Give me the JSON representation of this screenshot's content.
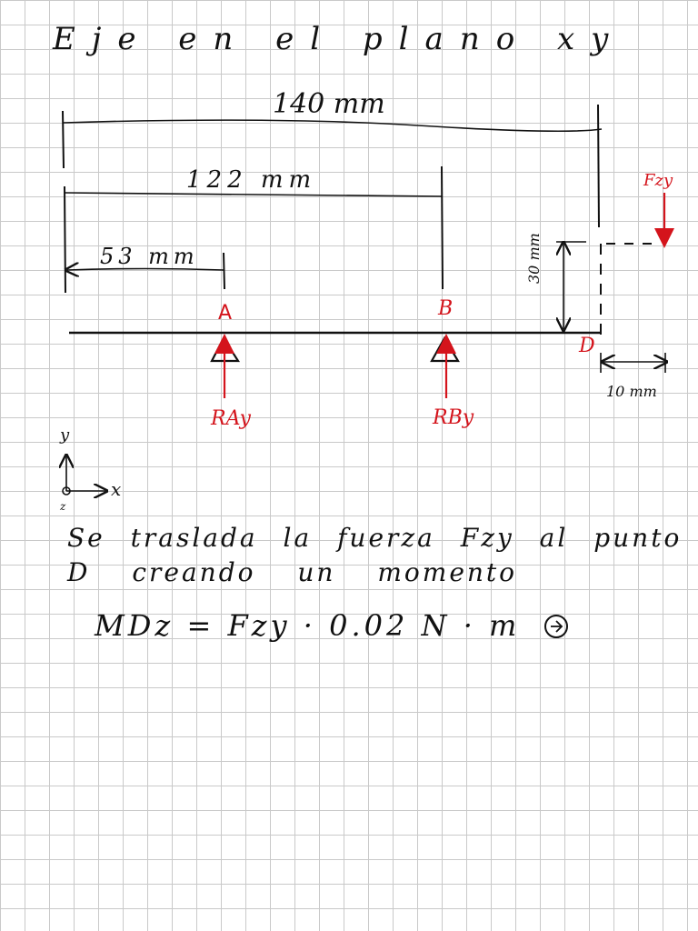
{
  "title": "Eje en el plano xy",
  "dimensions": {
    "total": "140 mm",
    "to_b": "122 mm",
    "to_a": "53 mm",
    "vertical": "30 mm",
    "offset": "10 mm"
  },
  "points": {
    "a": "A",
    "b": "B",
    "d": "D"
  },
  "forces": {
    "fzy": "Fzy",
    "ray": "RAy",
    "rby": "RBy"
  },
  "axes": {
    "y": "y",
    "x": "x",
    "z": "z"
  },
  "note_line1": "Se traslada la fuerza Fzy al punto",
  "note_line2": "D creando un momento",
  "equation": "MDz = Fzy · 0.02 N · m",
  "colors": {
    "ink": "#111111",
    "red": "#d4141c",
    "grid": "#c9c9c9"
  }
}
